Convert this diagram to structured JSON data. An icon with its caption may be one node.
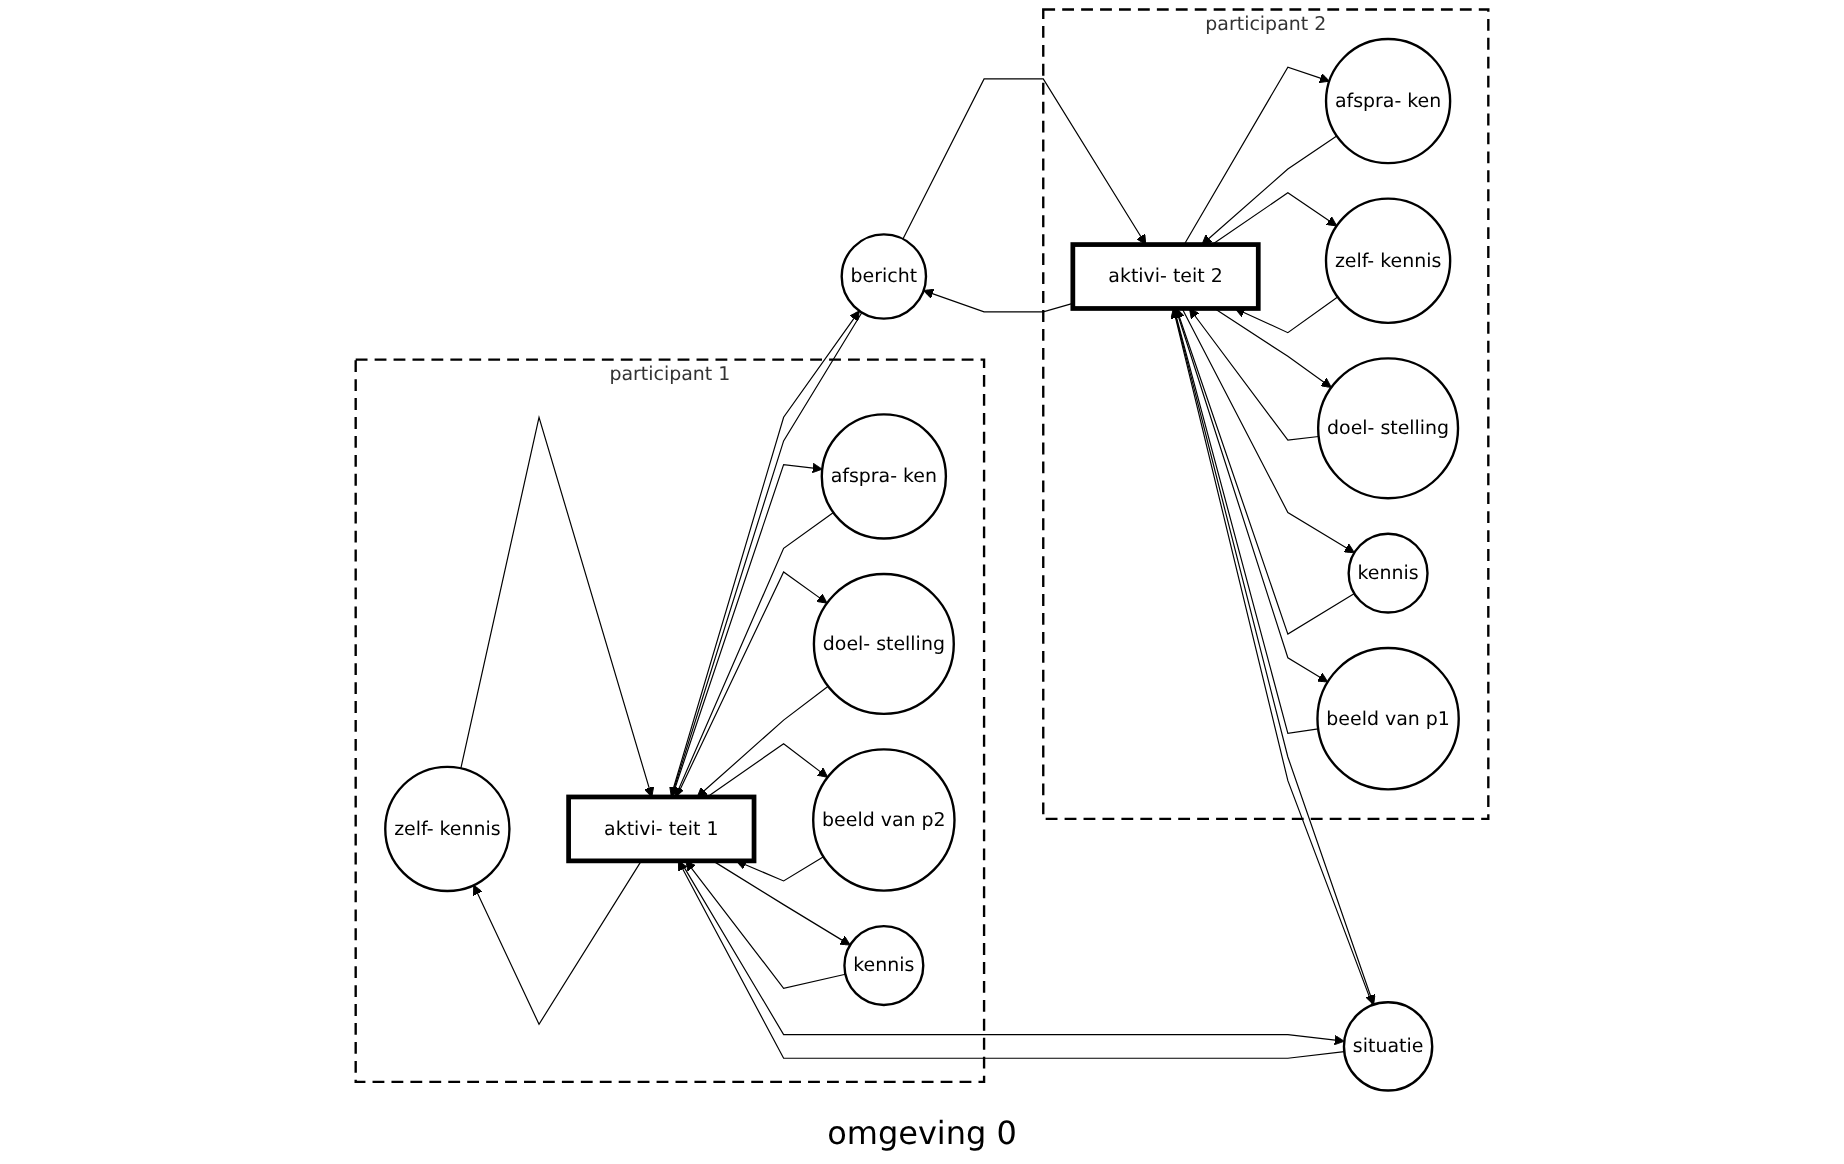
{
  "diagram": {
    "nodes": [
      {
        "text": [
          "participant 1"
        ]
      },
      {
        "text": [
          "zelf- kennis"
        ],
        "in": 0
      },
      {
        "text": [
          "afspra- ken"
        ],
        "in": 0
      },
      {
        "text": [
          "doel- stelling"
        ],
        "in": 0
      },
      {
        "text": [
          "aktivi- teit 1"
        ],
        "in": 0
      },
      {
        "text": [
          "beeld van p2"
        ],
        "in": 0
      },
      {
        "text": [
          "kennis"
        ],
        "in": 0
      },
      {
        "text": [
          "bericht"
        ]
      },
      {
        "text": [
          "participant 2"
        ]
      },
      {
        "text": [
          "afspra- ken"
        ],
        "in": 8
      },
      {
        "text": [
          "zelf- kennis"
        ],
        "in": 8
      },
      {
        "text": [
          "aktivi- teit 2"
        ],
        "in": 8
      },
      {
        "text": [
          "doel- stelling"
        ],
        "in": 8
      },
      {
        "text": [
          "kennis"
        ],
        "in": 8
      },
      {
        "text": [
          "beeld van p1"
        ],
        "in": 8
      },
      {
        "text": [
          "situatie"
        ]
      }
    ],
    "edges": [
      {
        "from": 4,
        "to": 1,
        "arrow": "to"
      },
      {
        "from": 1,
        "to": 4,
        "arrow": "to"
      },
      {
        "from": 4,
        "to": 2,
        "arrow": "to"
      },
      {
        "from": 2,
        "to": 4,
        "arrow": "to"
      },
      {
        "from": 3,
        "to": 4,
        "arrow": "to"
      },
      {
        "from": 4,
        "to": 3,
        "arrow": "to"
      },
      {
        "from": 4,
        "to": 5,
        "arrow": "to"
      },
      {
        "from": 5,
        "to": 4,
        "arrow": "to"
      },
      {
        "from": 4,
        "to": 6,
        "arrow": "to"
      },
      {
        "from": 6,
        "to": 4,
        "arrow": "to"
      },
      {
        "from": 4,
        "to": 7,
        "arrow": "to"
      },
      {
        "from": 7,
        "to": 4,
        "arrow": "to"
      },
      {
        "from": 4,
        "to": 15,
        "arrow": "to"
      },
      {
        "from": 15,
        "to": 4,
        "arrow": "to"
      },
      {
        "from": 7,
        "to": 11,
        "arrow": "to"
      },
      {
        "from": 11,
        "to": 7,
        "arrow": "to"
      },
      {
        "from": 9,
        "to": 11,
        "arrow": "to"
      },
      {
        "from": 11,
        "to": 9,
        "arrow": "to"
      },
      {
        "from": 10,
        "to": 11,
        "arrow": "to"
      },
      {
        "from": 11,
        "to": 10,
        "arrow": "to"
      },
      {
        "from": 12,
        "to": 11,
        "arrow": "to"
      },
      {
        "from": 11,
        "to": 12,
        "arrow": "to"
      },
      {
        "from": 11,
        "to": 14,
        "arrow": "to"
      },
      {
        "from": 14,
        "to": 11,
        "arrow": "to"
      },
      {
        "from": 13,
        "to": 11,
        "arrow": "to"
      },
      {
        "from": 11,
        "to": 13,
        "arrow": "to"
      },
      {
        "from": 11,
        "to": 15,
        "arrow": "to"
      },
      {
        "from": 15,
        "to": 11,
        "arrow": "to"
      }
    ],
    "labels": [
      "omgeving 0"
    ]
  }
}
